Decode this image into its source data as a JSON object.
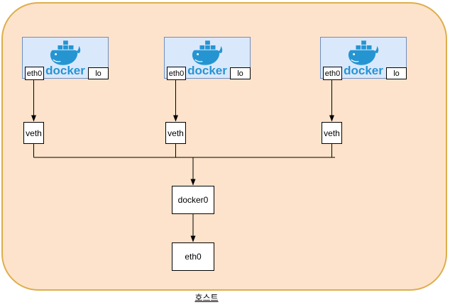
{
  "diagram_title": "docker-network-diagram",
  "host": {
    "label": "호스트",
    "bridge_label": "docker0",
    "interface_label": "eth0"
  },
  "containers": [
    {
      "logo_text": "docker",
      "eth_label": "eth0",
      "lo_label": "lo",
      "veth_label": "veth"
    },
    {
      "logo_text": "docker",
      "eth_label": "eth0",
      "lo_label": "lo",
      "veth_label": "veth"
    },
    {
      "logo_text": "docker",
      "eth_label": "eth0",
      "lo_label": "lo",
      "veth_label": "veth"
    }
  ],
  "icons": {
    "docker_whale": "docker-whale-icon"
  },
  "colors": {
    "host_fill": "#fde3cb",
    "host_border": "#ddae4d",
    "container_fill": "#dae8fc",
    "container_border": "#6c8ebf",
    "docker_blue": "#2595d2",
    "node_fill": "#ffffff",
    "node_border": "#000000",
    "edge": "#000000"
  }
}
